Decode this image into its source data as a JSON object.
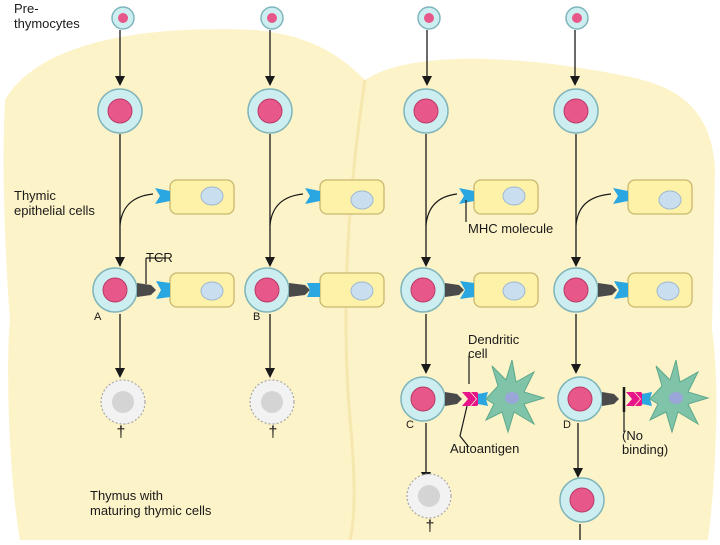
{
  "labels": {
    "prethymocytes_line1": "Pre-",
    "prethymocytes_line2": "thymocytes",
    "epithelial_line1": "Thymic",
    "epithelial_line2": "epithelial cells",
    "tcr": "TCR",
    "mhc": "MHC molecule",
    "dendritic_line1": "Dendritic",
    "dendritic_line2": "cell",
    "autoantigen": "Autoantigen",
    "nobinding_line1": "(No",
    "nobinding_line2": "binding)",
    "thymus_line1": "Thymus with",
    "thymus_line2": "maturing thymic cells",
    "dagger": "†"
  },
  "columns": [
    {
      "letter": "A"
    },
    {
      "letter": "B"
    },
    {
      "letter": "C"
    },
    {
      "letter": "D"
    }
  ],
  "colors": {
    "background_tissue": "#fdf3c8",
    "cell_fill": "#cdeef0",
    "cell_stroke": "#7fb5bb",
    "nucleus": "#e8578a",
    "epithelial_fill": "#fdf2a8",
    "epithelial_stroke": "#c9b870",
    "epithelial_nucleus": "#c9dff0",
    "mhc": "#2aa7e0",
    "tcr": "#4a4a4a",
    "autoantigen": "#e8158a",
    "dendritic": "#7fc4a8",
    "dead_cell": "#e6e6e6"
  }
}
